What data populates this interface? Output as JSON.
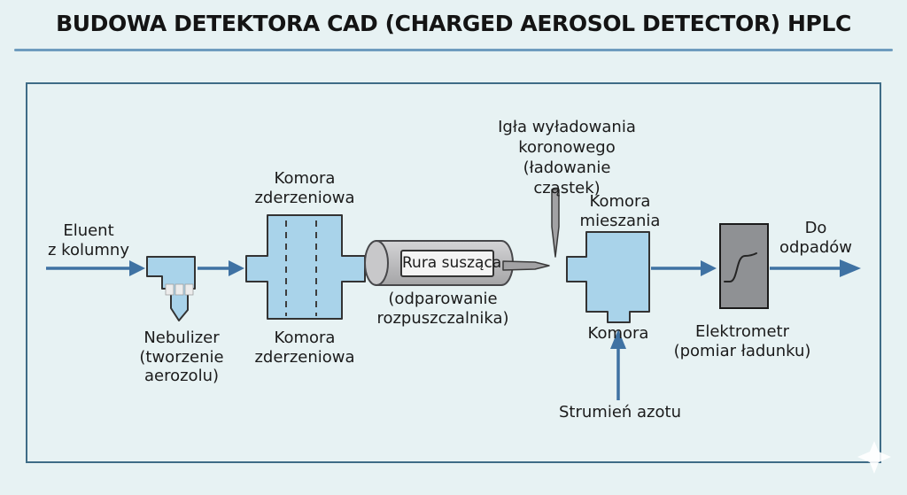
{
  "title": "BUDOWA DETEKTORA CAD (CHARGED AEROSOL DETECTOR) HPLC",
  "colors": {
    "background": "#e7f2f3",
    "box_border": "#3f6c87",
    "title_underline": "#6e9cbe",
    "shape_blue": "#a9d3ea",
    "shape_outline": "#333333",
    "arrow": "#3f72a3",
    "cylinder_gray": "#b9b9bb",
    "electrometer_gray": "#8f9194"
  },
  "diagram": {
    "labels": {
      "eluent_from_column": "Eluent\nz kolumny",
      "nebulizer": "Nebulizer\n(tworzenie\naerozolu)",
      "collision_chamber_top": "Komora\nzderzeniowa",
      "collision_chamber_bottom": "Komora\nzderzeniowa",
      "drying_tube": "Rura susząca",
      "solvent_evaporation": "(odparowanie\nrozpuszczalnika)",
      "corona_needle": "Igła wyładowania\nkoronowego\n(ładowanie cząstek)",
      "mixing_chamber": "Komora\nmieszania",
      "chamber": "Komora",
      "nitrogen_stream": "Strumień azotu",
      "electrometer": "Elektrometr\n(pomiar ładunku)",
      "to_waste": "Do\nodpadów"
    }
  }
}
